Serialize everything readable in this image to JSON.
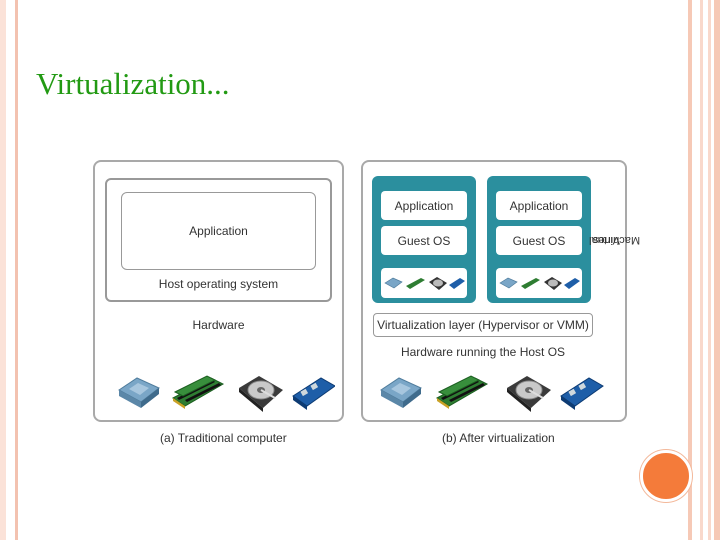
{
  "slide": {
    "title": "Virtualization..."
  },
  "figure": {
    "traditional": {
      "application": "Application",
      "host_os": "Host operating system",
      "hardware": "Hardware",
      "caption": "(a) Traditional computer"
    },
    "virtualized": {
      "vm_application": "Application",
      "vm_guest_os": "Guest OS",
      "virtual_machines_line1": "Virtual",
      "virtual_machines_line2": "Machines",
      "virtualization_layer": "Virtualization layer (Hypervisor or VMM)",
      "hardware": "Hardware running the Host OS",
      "caption": "(b) After virtualization"
    },
    "hardware_icons": [
      "cpu-icon",
      "memory-icon",
      "hard-disk-icon",
      "network-card-icon"
    ]
  },
  "colors": {
    "title": "#229a13",
    "vm_fill": "#2b8f9e",
    "accent": "#f47b3a"
  }
}
